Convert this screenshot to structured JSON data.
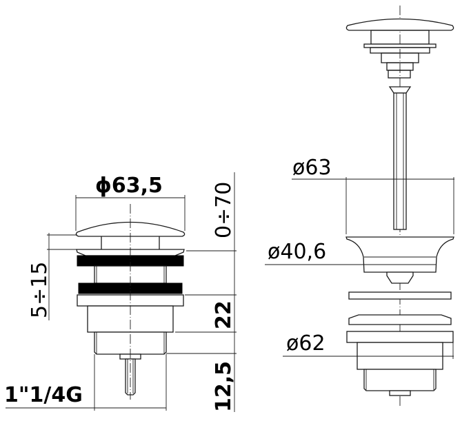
{
  "drawing": {
    "left_view": {
      "title": "assembled-pop-up-waste",
      "labels": {
        "cap_diameter": "ϕ63,5",
        "stroke_range": "0÷70",
        "flange_adjust": "5÷15",
        "body_height": "22",
        "thread_length": "12,5",
        "thread_size": "1\"1/4G"
      }
    },
    "right_view": {
      "title": "exploded-pop-up-waste",
      "labels": {
        "sleeve_diameter": "ø63",
        "flange_inner_diameter": "ø40,6",
        "base_diameter": "ø62"
      }
    },
    "colors": {
      "line": "#1a1a1a",
      "gasket_fill": "#000000",
      "background": "#ffffff"
    }
  }
}
